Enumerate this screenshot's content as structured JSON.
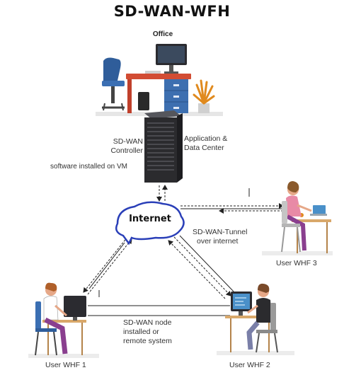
{
  "title": "SD-WAN-WFH",
  "office": {
    "label": "Office"
  },
  "nodes": {
    "controller": {
      "line1": "SD-WAN",
      "line2": "Controller"
    },
    "datacenter": {
      "line1": "Application &",
      "line2": "Data Center"
    },
    "software_note": "software installed on VM",
    "internet": "Internet",
    "tunnel": {
      "line1": "SD-WAN-Tunnel",
      "line2": "over internet"
    },
    "node_note": {
      "line1": "SD-WAN node",
      "line2": "installed or",
      "line3": "remote system"
    }
  },
  "users": [
    {
      "label": "User WHF 1"
    },
    {
      "label": "User WHF 2"
    },
    {
      "label": "User WHF 3"
    }
  ],
  "colors": {
    "cloud_outline": "#2a3fb8",
    "chair_blue": "#2f5d9a",
    "desk_red": "#d24c33",
    "cabinet_blue": "#3d6fb0",
    "plant_orange": "#e08a1e",
    "server_dark": "#2b2b2e",
    "shirt_pink": "#e88aa6",
    "pants_purple": "#8a3f8f",
    "desk_wood": "#d9a86a",
    "monitor_blue": "#4a90c9",
    "arrow": "#222222"
  }
}
